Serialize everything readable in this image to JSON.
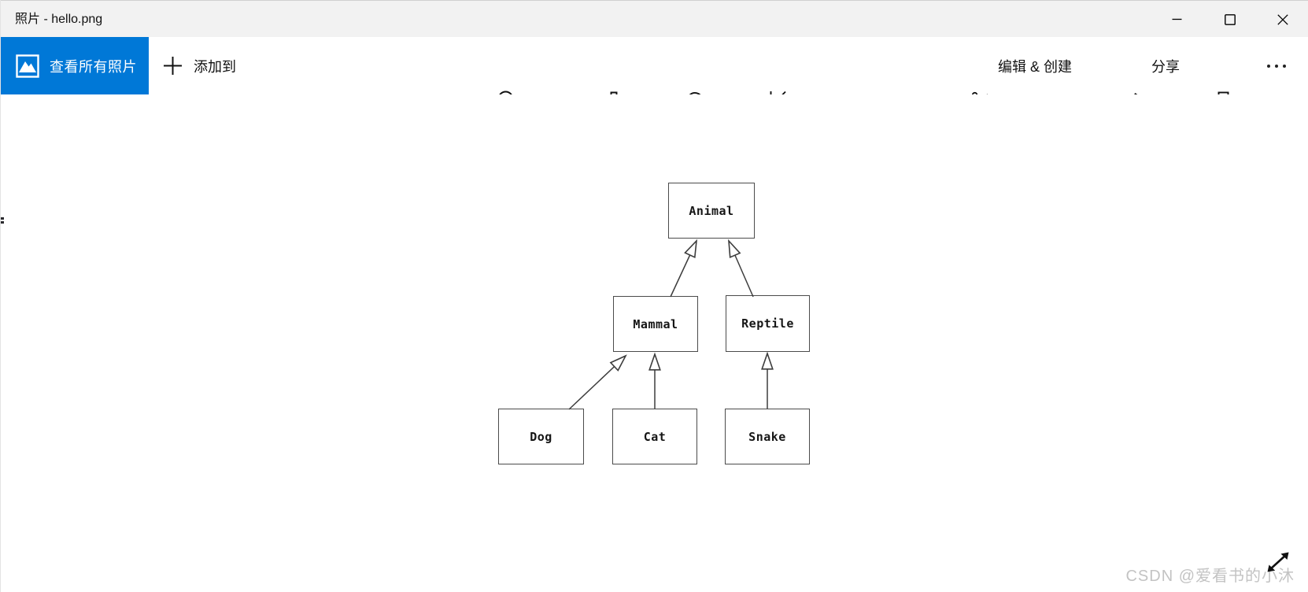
{
  "window": {
    "title": "照片 - hello.png"
  },
  "toolbar": {
    "view_all_photos_label": "查看所有照片",
    "add_to_label": "添加到",
    "edit_create_label": "编辑 & 创建",
    "share_label": "分享"
  },
  "icons": {
    "left": [
      "photos-app-icon",
      "add-icon"
    ],
    "center": [
      "zoom-in-icon",
      "delete-icon",
      "rotate-icon",
      "crop-icon"
    ],
    "right": [
      "edit-icon",
      "chevron-down-icon",
      "share-icon",
      "print-icon",
      "more-icon"
    ],
    "caption": [
      "minimize-icon",
      "maximize-icon",
      "close-icon"
    ]
  },
  "image": {
    "filename_shown_in_title": "hello.png",
    "diagram": {
      "type": "uml-class-hierarchy",
      "nodes": [
        {
          "label": "Animal"
        },
        {
          "label": "Mammal"
        },
        {
          "label": "Reptile"
        },
        {
          "label": "Dog"
        },
        {
          "label": "Cat"
        },
        {
          "label": "Snake"
        }
      ],
      "edges": [
        {
          "from": "Mammal",
          "to": "Animal",
          "type": "generalization"
        },
        {
          "from": "Reptile",
          "to": "Animal",
          "type": "generalization"
        },
        {
          "from": "Dog",
          "to": "Mammal",
          "type": "generalization"
        },
        {
          "from": "Cat",
          "to": "Mammal",
          "type": "generalization"
        },
        {
          "from": "Snake",
          "to": "Reptile",
          "type": "generalization"
        }
      ]
    }
  },
  "watermark": "CSDN @爱看书的小沐",
  "colors": {
    "accent_blue": "#0078d7",
    "titlebar_bg": "#f2f2f2",
    "toolbar_bg": "#ffffff",
    "icon_color": "#1a1a1a",
    "diagram_line": "#3c3c3c",
    "watermark_gray": "#c3c3c3"
  }
}
